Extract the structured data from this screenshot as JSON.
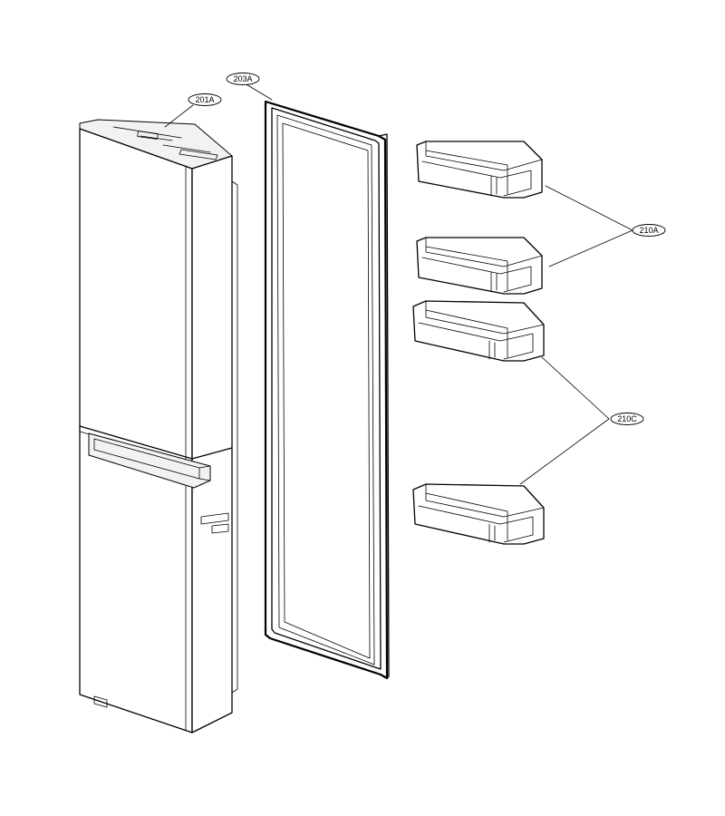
{
  "callouts": {
    "door": "201A",
    "gasket": "203A",
    "upper_baskets": "210A",
    "lower_baskets": "210C"
  }
}
